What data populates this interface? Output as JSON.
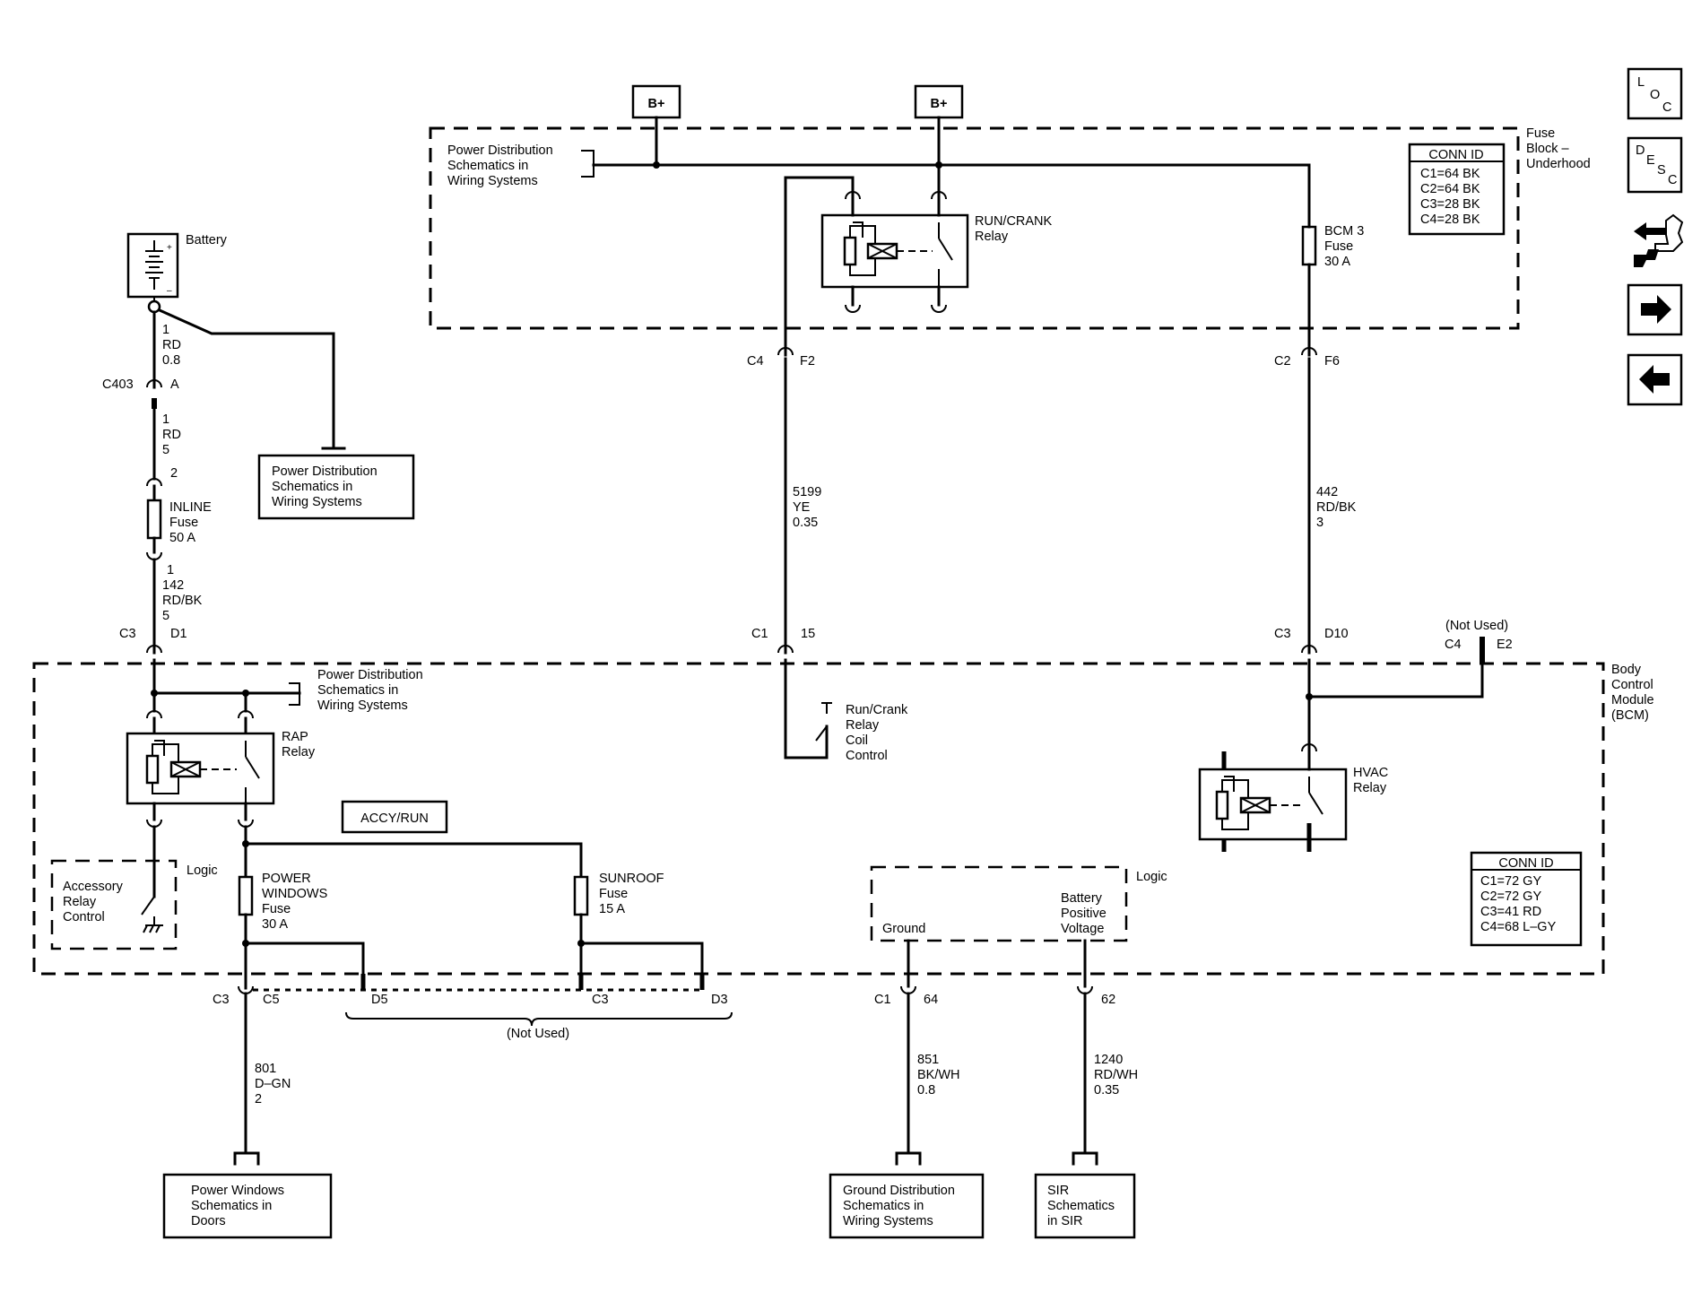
{
  "b_plus": [
    "B+",
    "B+"
  ],
  "fuse_block": {
    "label": [
      "Fuse",
      "Block –",
      "Underhood"
    ],
    "pd_ref": [
      "Power Distribution",
      "Schematics in",
      "Wiring Systems"
    ],
    "conn_id_title": "CONN ID",
    "conn_ids": [
      "C1=64 BK",
      "C2=64 BK",
      "C3=28 BK",
      "C4=28 BK"
    ],
    "run_crank_relay": [
      "RUN/CRANK",
      "Relay"
    ],
    "bcm3_fuse": [
      "BCM 3",
      "Fuse",
      "30 A"
    ]
  },
  "battery": {
    "label": "Battery",
    "wire_top": [
      "1",
      "RD",
      "0.8"
    ],
    "c403": "C403",
    "c403_pin": "A",
    "wire_mid": [
      "1",
      "RD",
      "5"
    ],
    "pin_2": "2",
    "inline_fuse": [
      "INLINE",
      "Fuse",
      "50 A"
    ],
    "wire_bottom": [
      "1",
      "142",
      "RD/BK",
      "5"
    ],
    "pd_ref": [
      "Power Distribution",
      "Schematics in",
      "Wiring Systems"
    ]
  },
  "connectors": {
    "c4": "C4",
    "f2": "F2",
    "c2": "C2",
    "f6": "F6",
    "c3_left": "C3",
    "d1": "D1",
    "c1_mid": "C1",
    "pin_15": "15",
    "c3_right": "C3",
    "d10": "D10",
    "not_used_top": "(Not Used)",
    "c4_right": "C4",
    "e2": "E2",
    "c3_bottom": "C3",
    "c5": "C5",
    "d5": "D5",
    "c3_sun": "C3",
    "d3": "D3",
    "not_used_bottom": "(Not Used)",
    "c1_bottom": "C1",
    "pin_64": "64",
    "pin_62": "62"
  },
  "wires": {
    "w5199": [
      "5199",
      "YE",
      "0.35"
    ],
    "w442": [
      "442",
      "RD/BK",
      "3"
    ],
    "w801": [
      "801",
      "D–GN",
      "2"
    ],
    "w851": [
      "851",
      "BK/WH",
      "0.8"
    ],
    "w1240": [
      "1240",
      "RD/WH",
      "0.35"
    ]
  },
  "bcm": {
    "label": [
      "Body",
      "Control",
      "Module",
      "(BCM)"
    ],
    "pd_ref": [
      "Power Distribution",
      "Schematics in",
      "Wiring Systems"
    ],
    "rap_relay": [
      "RAP",
      "Relay"
    ],
    "run_crank_coil": [
      "Run/Crank",
      "Relay",
      "Coil",
      "Control"
    ],
    "hvac_relay": [
      "HVAC",
      "Relay"
    ],
    "accy_run": "ACCY/RUN",
    "logic_left": "Logic",
    "accessory_relay": [
      "Accessory",
      "Relay",
      "Control"
    ],
    "power_windows_fuse": [
      "POWER",
      "WINDOWS",
      "Fuse",
      "30 A"
    ],
    "sunroof_fuse": [
      "SUNROOF",
      "Fuse",
      "15 A"
    ],
    "logic_right": "Logic",
    "ground": "Ground",
    "battery_positive": [
      "Battery",
      "Positive",
      "Voltage"
    ],
    "conn_id_title": "CONN ID",
    "conn_ids": [
      "C1=72 GY",
      "C2=72 GY",
      "C3=41 RD",
      "C4=68 L–GY"
    ]
  },
  "destinations": {
    "power_windows": [
      "Power Windows",
      "Schematics in",
      "Doors"
    ],
    "ground_distribution": [
      "Ground Distribution",
      "Schematics in",
      "Wiring Systems"
    ],
    "sir": [
      "SIR",
      "Schematics",
      "in SIR"
    ]
  },
  "nav": {
    "loc": [
      "L",
      "O",
      "C"
    ],
    "desc": [
      "D",
      "E",
      "S",
      "C"
    ],
    "icons": [
      "loc-icon",
      "desc-icon",
      "connector-icon",
      "arrow-right-icon",
      "arrow-left-icon"
    ]
  }
}
